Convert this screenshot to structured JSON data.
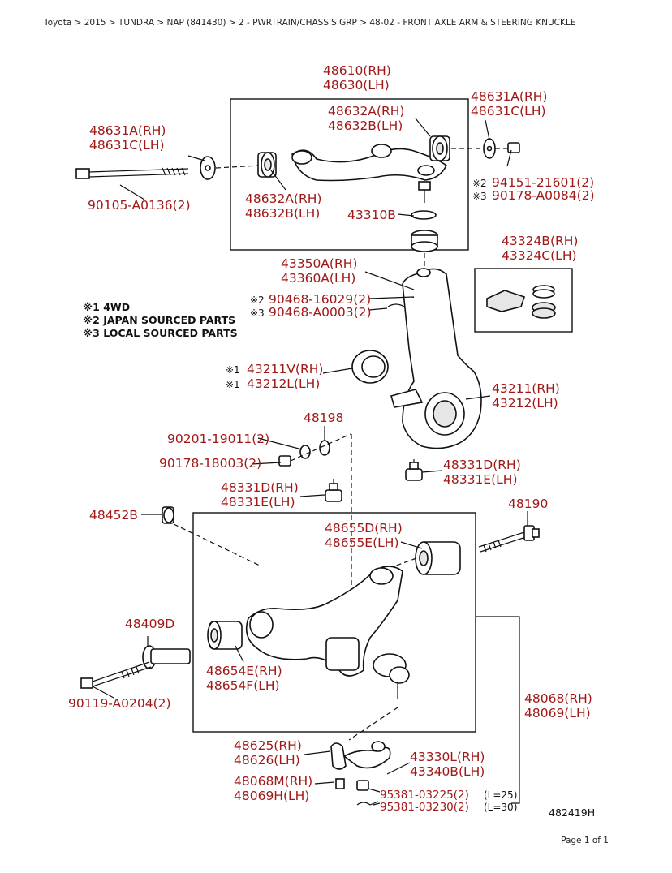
{
  "breadcrumb": "Toyota > 2015 > TUNDRA > NAP  (841430) > 2 - PWRTRAIN/CHASSIS GRP > 48-02 - FRONT AXLE ARM & STEERING KNUCKLE",
  "footer": "Page 1 of 1",
  "diagram_id": "482419H",
  "legend": [
    {
      "mark": "※1",
      "text": "4WD"
    },
    {
      "mark": "※2",
      "text": "JAPAN SOURCED PARTS"
    },
    {
      "mark": "※3",
      "text": "LOCAL SOURCED PARTS"
    }
  ],
  "labels": {
    "l_48610": "48610(RH)",
    "l_48630": "48630(LH)",
    "l_48632a_top": "48632A(RH)",
    "l_48632b_top": "48632B(LH)",
    "l_48631a_right": "48631A(RH)",
    "l_48631c_right": "48631C(LH)",
    "l_48631a_left": "48631A(RH)",
    "l_48631c_left": "48631C(LH)",
    "l_90105": "90105-A0136(2)",
    "l_48632a_low": "48632A(RH)",
    "l_48632b_low": "48632B(LH)",
    "l_43310b": "43310B",
    "l_m2_94151": "※2",
    "l_94151": "94151-21601(2)",
    "l_m3_90178": "※3",
    "l_90178a": "90178-A0084(2)",
    "l_43324b": "43324B(RH)",
    "l_43324c": "43324C(LH)",
    "l_43350a": "43350A(RH)",
    "l_43360a": "43360A(LH)",
    "l_m2_90468": "※2",
    "l_90468_1": "90468-16029(2)",
    "l_m3_90468": "※3",
    "l_90468_2": "90468-A0003(2)",
    "l_m1_43211": "※1",
    "l_43211v": "43211V(RH)",
    "l_m1_43212": "※1",
    "l_43212l": "43212L(LH)",
    "l_43211": "43211(RH)",
    "l_43212": "43212(LH)",
    "l_48198": "48198",
    "l_90201": "90201-19011(2)",
    "l_90178b": "90178-18003(2)",
    "l_48331d_r": "48331D(RH)",
    "l_48331e_r": "48331E(LH)",
    "l_48331d_l": "48331D(RH)",
    "l_48331e_l": "48331E(LH)",
    "l_48452b": "48452B",
    "l_48190": "48190",
    "l_48655d": "48655D(RH)",
    "l_48655e": "48655E(LH)",
    "l_48409d": "48409D",
    "l_48654e": "48654E(RH)",
    "l_48654f": "48654F(LH)",
    "l_90119": "90119-A0204(2)",
    "l_48068": "48068(RH)",
    "l_48069": "48069(LH)",
    "l_48625": "48625(RH)",
    "l_48626": "48626(LH)",
    "l_43330l": "43330L(RH)",
    "l_43340b": "43340B(LH)",
    "l_48068m": "48068M(RH)",
    "l_48069h": "48069H(LH)",
    "l_95381_1": "95381-03225(2)",
    "l_95381_2": "95381-03230(2)",
    "l_l25": "(L=25)",
    "l_l30": "(L=30)"
  }
}
